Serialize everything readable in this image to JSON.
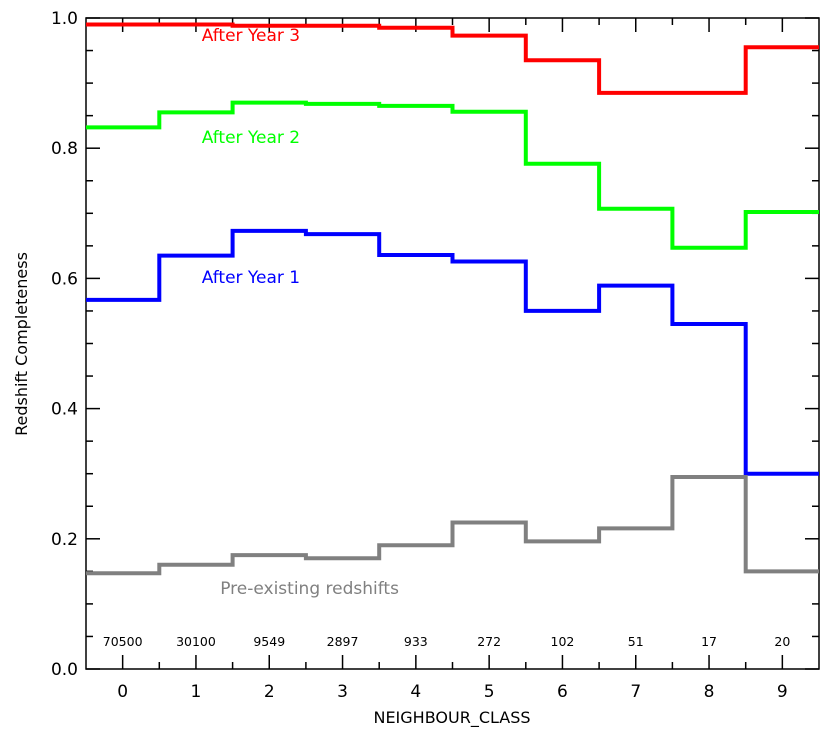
{
  "chart_data": {
    "type": "line",
    "step": true,
    "title": "",
    "xlabel": "NEIGHBOUR_CLASS",
    "ylabel": "Redshift Completeness",
    "xlim": [
      -0.5,
      9.5
    ],
    "ylim": [
      0.0,
      1.0
    ],
    "x": [
      0,
      1,
      2,
      3,
      4,
      5,
      6,
      7,
      8,
      9
    ],
    "x_tick_labels": [
      "0",
      "1",
      "2",
      "3",
      "4",
      "5",
      "6",
      "7",
      "8",
      "9"
    ],
    "y_ticks": [
      0.0,
      0.2,
      0.4,
      0.6,
      0.8,
      1.0
    ],
    "y_tick_labels": [
      "0.0",
      "0.2",
      "0.4",
      "0.6",
      "0.8",
      "1.0"
    ],
    "grid": false,
    "legend": "none",
    "counts": [
      "70500",
      "30100",
      "9549",
      "2897",
      "933",
      "272",
      "102",
      "51",
      "17",
      "20"
    ],
    "series": [
      {
        "name": "After Year 3",
        "color": "#ff0000",
        "values": [
          0.99,
          0.99,
          0.988,
          0.988,
          0.985,
          0.973,
          0.935,
          0.885,
          0.885,
          0.955
        ]
      },
      {
        "name": "After Year 2",
        "color": "#00ff00",
        "values": [
          0.832,
          0.855,
          0.87,
          0.868,
          0.865,
          0.856,
          0.776,
          0.707,
          0.647,
          0.702
        ]
      },
      {
        "name": "After Year 1",
        "color": "#0000ff",
        "values": [
          0.567,
          0.635,
          0.673,
          0.668,
          0.636,
          0.626,
          0.55,
          0.589,
          0.53,
          0.3
        ]
      },
      {
        "name": "Pre-existing redshifts",
        "color": "#808080",
        "values": [
          0.147,
          0.16,
          0.175,
          0.17,
          0.19,
          0.225,
          0.196,
          0.216,
          0.295,
          0.15
        ]
      }
    ]
  }
}
